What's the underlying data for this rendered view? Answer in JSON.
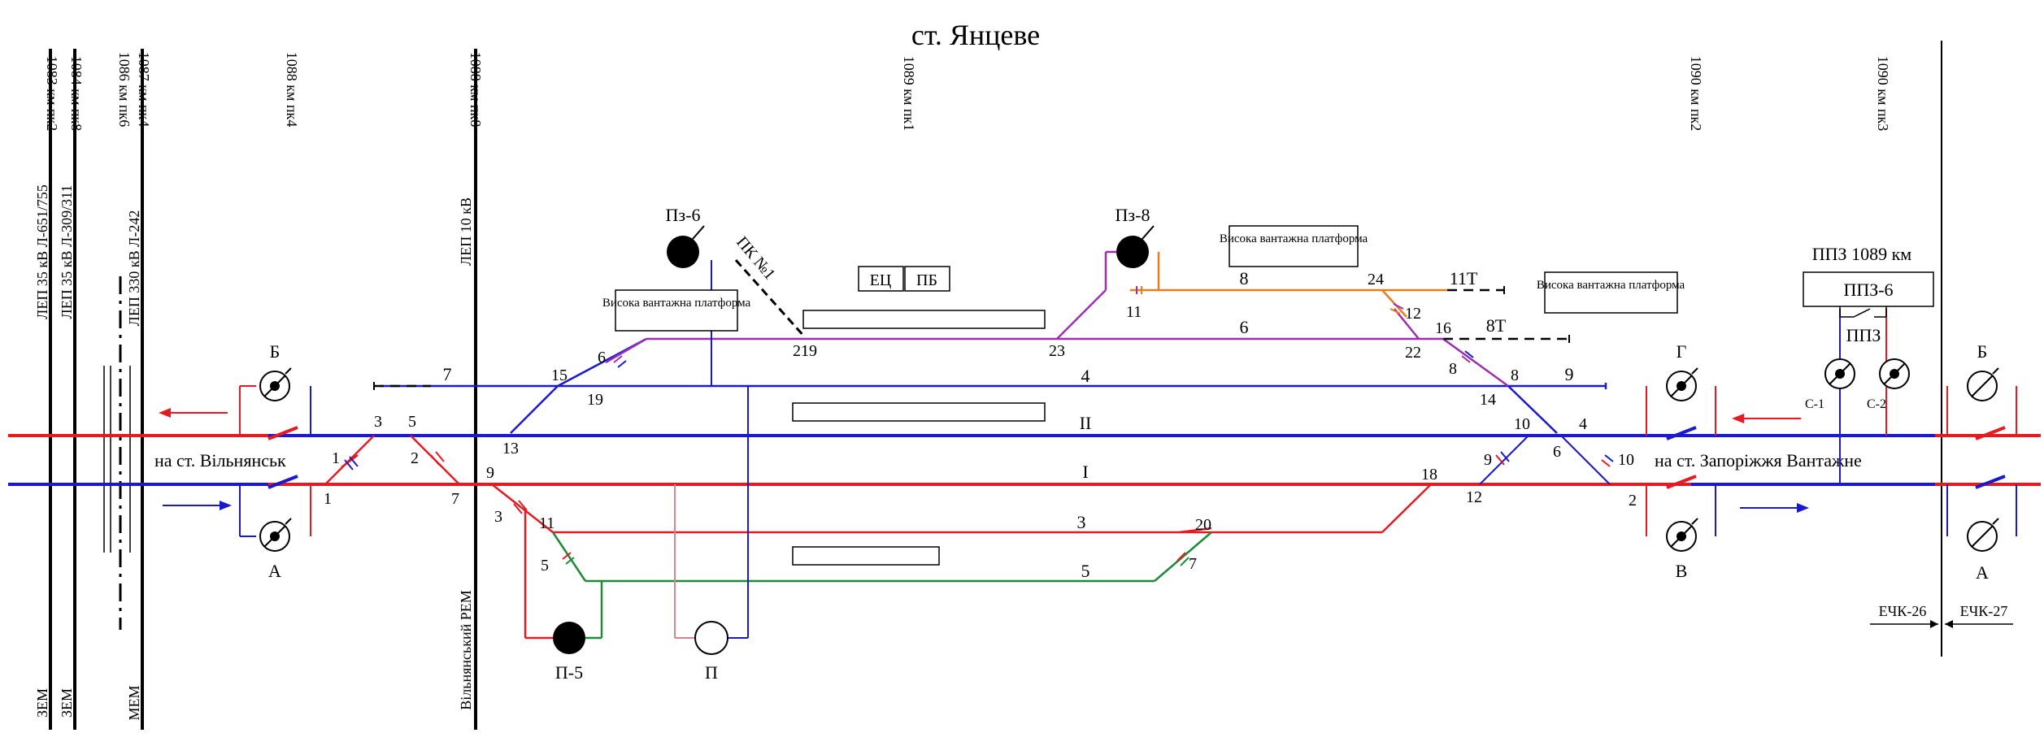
{
  "title": "ст. Янцеве",
  "colors": {
    "red": "#e31b23",
    "blue": "#1a1acc",
    "purple": "#9b2fae",
    "orange": "#e87d1e",
    "green": "#1f8a3a",
    "pink": "#d9838b",
    "black": "#000000"
  },
  "km_labels": [
    "1083 км пк2",
    "1084 км пк8",
    "1086 км пк6",
    "1087 км пк4",
    "1088 км пк4",
    "1088 км пк8",
    "1089 км пк1",
    "1090 км пк2",
    "1090 км пк3"
  ],
  "power_lines": [
    "ЛЕП 35 кВ Л-651/755",
    "ЛЕП 35 кВ Л-309/311",
    "ЛЕП 330 кВ Л-242",
    "ЛЕП 10 кВ"
  ],
  "zones": [
    "ЗЕМ",
    "ЗЕМ",
    "МЕМ",
    "Вільнянський РЕМ",
    "ЕЧК-26",
    "ЕЧК-27"
  ],
  "directions": {
    "left": "на ст. Вільнянськ",
    "right": "на ст. Запоріжжя Вантажне"
  },
  "main_tracks": {
    "upper": "II",
    "lower": "I"
  },
  "track_numbers": [
    "3",
    "4",
    "5",
    "6",
    "7",
    "8",
    "11Т",
    "8Т",
    "9"
  ],
  "switches": [
    "1",
    "2",
    "3",
    "4",
    "5",
    "6",
    "7",
    "8",
    "9",
    "10",
    "11",
    "12",
    "13",
    "14",
    "15",
    "16",
    "18",
    "19",
    "20",
    "21",
    "22",
    "23",
    "24"
  ],
  "signals": {
    "entry": [
      "А",
      "Б",
      "В",
      "Г",
      "А",
      "Б"
    ],
    "shunting": [
      "Пз-6",
      "Пз-8",
      "П-5",
      "П",
      "С-1",
      "С-2"
    ]
  },
  "platforms": [
    "Висока вантажна платформа",
    "Висока вантажна платформа",
    "Висока вантажна платформа"
  ],
  "posts": {
    "pk": "ПК №1",
    "ec": "ЕЦ",
    "pb": "ПБ",
    "ppz": "ППЗ 1089 км",
    "ppz6": "ППЗ-6",
    "ppz_small": "ППЗ"
  }
}
